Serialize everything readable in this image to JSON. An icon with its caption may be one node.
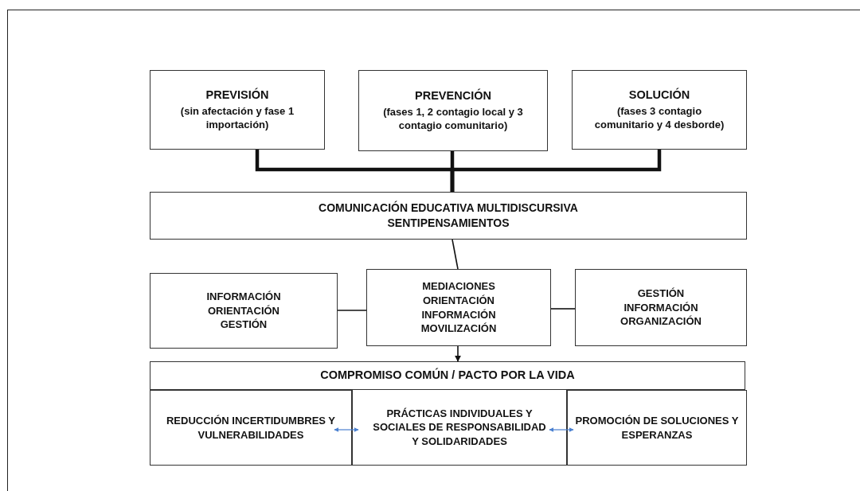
{
  "diagram": {
    "nodes": [
      {
        "text": [
          "PREVISIÓN",
          "(sin afectación y fase 1 importación)"
        ]
      },
      {
        "text": [
          "PREVENCIÓN",
          "(fases 1, 2 contagio local y 3 contagio comunitario)"
        ]
      },
      {
        "text": [
          "SOLUCIÓN",
          "(fases 3 contagio comunitario y 4 desborde)"
        ]
      },
      {
        "text": [
          "COMUNICACIÓN EDUCATIVA MULTIDISCURSIVA SENTIPENSAMIENTOS"
        ]
      },
      {
        "text": [
          "INFORMACIÓN ORIENTACIÓN GESTIÓN"
        ]
      },
      {
        "text": [
          "MEDIACIONES ORIENTACIÓN INFORMACIÓN MOVILIZACIÓN"
        ]
      },
      {
        "text": [
          "GESTIÓN INFORMACIÓN ORGANIZACIÓN"
        ]
      },
      {
        "text": [
          "COMPROMISO COMÚN / PACTO POR LA VIDA"
        ]
      },
      {
        "text": [
          "REDUCCIÓN INCERTIDUMBRES Y VULNERABILIDADES"
        ]
      },
      {
        "text": [
          "PRÁCTICAS INDIVIDUALES Y SOCIALES DE RESPONSABILIDAD Y SOLIDARIDADES"
        ]
      },
      {
        "text": [
          "PROMOCIÓN DE SOLUCIONES Y ESPERANZAS"
        ]
      }
    ],
    "edges": [
      {
        "from": 0,
        "to": 3,
        "arrow": "none",
        "style": "thick"
      },
      {
        "from": 1,
        "to": 3,
        "arrow": "none",
        "style": "thick"
      },
      {
        "from": 2,
        "to": 3,
        "arrow": "none",
        "style": "thick"
      },
      {
        "from": 3,
        "to": 5,
        "arrow": "none"
      },
      {
        "from": 4,
        "to": 5,
        "arrow": "none"
      },
      {
        "from": 5,
        "to": 6,
        "arrow": "none"
      },
      {
        "from": 5,
        "to": 7,
        "arrow": "to"
      },
      {
        "from": 8,
        "to": 9,
        "arrow": "both",
        "color": "#4a80d0"
      },
      {
        "from": 9,
        "to": 10,
        "arrow": "both",
        "color": "#4a80d0"
      }
    ]
  }
}
